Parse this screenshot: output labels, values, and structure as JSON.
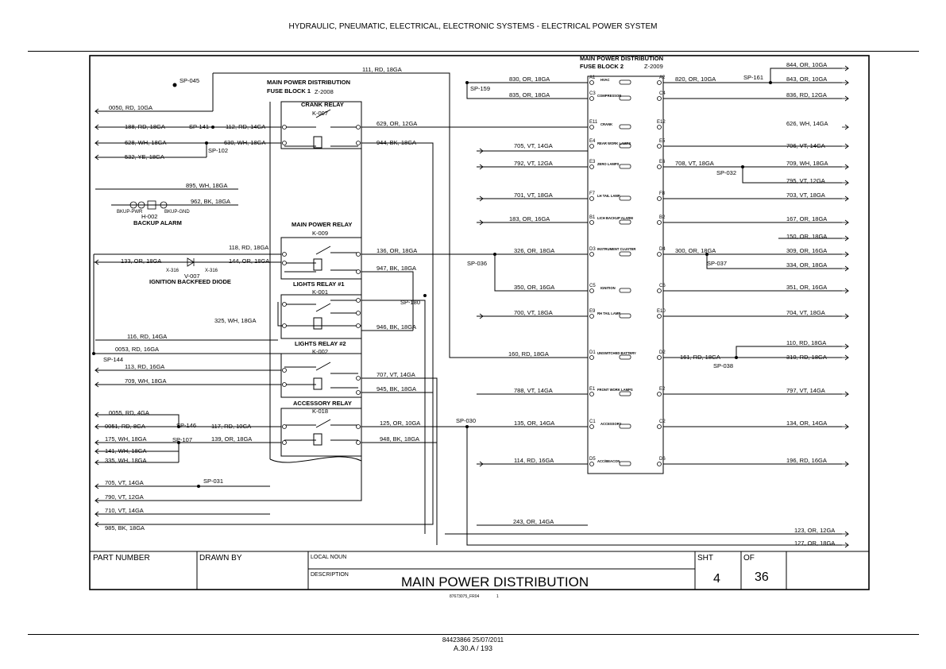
{
  "header": "HYDRAULIC, PNEUMATIC, ELECTRICAL, ELECTRONIC SYSTEMS - ELECTRICAL POWER SYSTEM",
  "blocks": {
    "fb1_title": "MAIN POWER DISTRIBUTION",
    "fb1_sub": "FUSE BLOCK 1",
    "fb1_id": "Z-2008",
    "fb2_title": "MAIN POWER DISTRIBUTION",
    "fb2_sub": "FUSE BLOCK 2",
    "fb2_id": "Z-2009",
    "crank_relay": "CRANK RELAY",
    "crank_id": "K-007",
    "main_relay": "MAIN POWER RELAY",
    "main_id": "K-009",
    "lights1": "LIGHTS RELAY #1",
    "lights1_id": "K-001",
    "lights2": "LIGHTS RELAY #2",
    "lights2_id": "K-002",
    "accessory": "ACCESSORY RELAY",
    "accessory_id": "K-018",
    "backup_alarm": "BACKUP ALARM",
    "backup_id": "H-002",
    "bkup_pwr": "BKUP-PWR",
    "bkup_gnd": "BKUP-GND",
    "diode": "IGNITION BACKFEED DIODE",
    "diode_id": "V-007",
    "x316a": "X-316",
    "x316b": "X-316"
  },
  "splices": {
    "sp045": "SP-045",
    "sp141": "SP-141",
    "sp102": "SP-102",
    "sp159": "SP-159",
    "sp161": "SP-161",
    "sp032": "SP-032",
    "sp036": "SP-036",
    "sp037": "SP-037",
    "sp180": "SP-180",
    "sp144": "SP-144",
    "sp038": "SP-038",
    "sp030": "SP-030",
    "sp146": "SP-146",
    "sp107": "SP-107",
    "sp031": "SP-031"
  },
  "wires": {
    "w111": "111, RD, 18GA",
    "w830": "830, OR, 18GA",
    "w835": "835, OR, 18GA",
    "w820": "820, OR, 10GA",
    "w844": "844, OR, 10GA",
    "w843": "843, OR, 10GA",
    "w836": "836, RD, 12GA",
    "w0050": "0050, RD, 10GA",
    "w188": "188, RD, 18GA",
    "w112": "112, RD, 14GA",
    "w629": "629, OR, 12GA",
    "w626": "626, WH, 14GA",
    "w628": "628, WH, 18GA",
    "w630": "630, WH, 18GA",
    "w944": "944, BK, 18GA",
    "w705a": "705, VT, 14GA",
    "w706": "706, VT, 14GA",
    "w532": "532, YE, 18GA",
    "w792": "792, VT, 12GA",
    "w708": "708, VT, 18GA",
    "w709a": "709, WH, 18GA",
    "w795": "795, VT, 12GA",
    "w895": "895, WH, 18GA",
    "w962": "962, BK, 18GA",
    "w701": "701, VT, 18GA",
    "w703": "703, VT, 18GA",
    "w183": "183, OR, 16GA",
    "w167": "167, OR, 18GA",
    "w150": "150, OR, 18GA",
    "w118": "118, RD, 18GA",
    "w133": "133, OR, 18GA",
    "w144": "144, OR, 18GA",
    "w136": "136, OR, 18GA",
    "w326": "326, OR, 18GA",
    "w300": "300, OR, 18GA",
    "w309": "309, OR, 16GA",
    "w334": "334, OR, 18GA",
    "w947": "947, BK, 18GA",
    "w350": "350, OR, 16GA",
    "w351": "351, OR, 16GA",
    "w325": "325, WH, 18GA",
    "w700": "700, VT, 18GA",
    "w704": "704, VT, 18GA",
    "w116": "116, RD, 14GA",
    "w946": "946, BK, 18GA",
    "w110": "110, RD, 18GA",
    "w0053": "0053, RD, 16GA",
    "w160": "160, RD, 18GA",
    "w161": "161, RD, 18GA",
    "w310": "310, RD, 18GA",
    "w113": "113, RD, 16GA",
    "w707": "707, VT, 14GA",
    "w709b": "709, WH, 18GA",
    "w945": "945, BK, 18GA",
    "w788": "788, VT, 14GA",
    "w797": "797, VT, 14GA",
    "w0055": "0055, RD, 4GA",
    "w125": "125, OR, 10GA",
    "w0051": "0051, RD, 8GA",
    "w117": "117, RD, 10GA",
    "w135": "135, OR, 14GA",
    "w134": "134, OR, 14GA",
    "w175": "175, WH, 18GA",
    "w139": "139, OR, 18GA",
    "w948": "948, BK, 18GA",
    "w141": "141, WH, 18GA",
    "w114": "114, RD, 16GA",
    "w196": "196, RD, 16GA",
    "w335": "335, WH, 18GA",
    "w705b": "705, VT, 14GA",
    "w790": "790, VT, 12GA",
    "w710": "710, VT, 14GA",
    "w243": "243, OR, 14GA",
    "w985": "985, BK, 18GA",
    "w123": "123, OR, 12GA",
    "w127": "127, OR, 18GA"
  },
  "fuses": {
    "f1": "HVAC",
    "f2": "COMPRESSOR",
    "f3": "CRANK",
    "f4": "REAR WORK LAMPS",
    "f5": "ZERO LAMPS",
    "f6": "LH TAIL LAMP",
    "f7": "LICH BACKUP ALARM",
    "f8": "INSTRUMENT CLUSTER",
    "f9": "IGNITION",
    "f10": "RH TAIL LAMP",
    "f11": "UNSWITCHED BATTERY",
    "f12": "FRONT WORK LAMPS",
    "f13": "ACCESSORY",
    "f14": "ACC/BEACON"
  },
  "pins": {
    "a1": "A1",
    "a2": "A2",
    "c3": "C3",
    "c4": "C4",
    "e11": "E11",
    "e12": "E12",
    "e4": "E4",
    "e5": "E5",
    "e3": "E3",
    "e6": "E6",
    "f7": "F7",
    "f8": "F8",
    "b1": "B1",
    "b2": "B2",
    "d3": "D3",
    "d4": "D4",
    "c5": "C5",
    "c6": "C6",
    "e9": "E9",
    "e10": "E10",
    "d1": "D1",
    "d2": "D2",
    "e1": "E1",
    "e2": "E2",
    "c1": "C1",
    "c2": "C2",
    "d5": "D5",
    "d6": "D6"
  },
  "title_block": {
    "part_number": "PART NUMBER",
    "drawn_by": "DRAWN BY",
    "local_noun": "LOCAL NOUN",
    "description_label": "DESCRIPTION",
    "description": "MAIN POWER DISTRIBUTION",
    "sht_label": "SHT",
    "of_label": "OF",
    "sheet": "4",
    "of": "36"
  },
  "drawing_code": "87673075_FR04",
  "drawing_rev": "1",
  "footer": {
    "doc": "84423866 25/07/2011",
    "page": "A.30.A / 193"
  }
}
